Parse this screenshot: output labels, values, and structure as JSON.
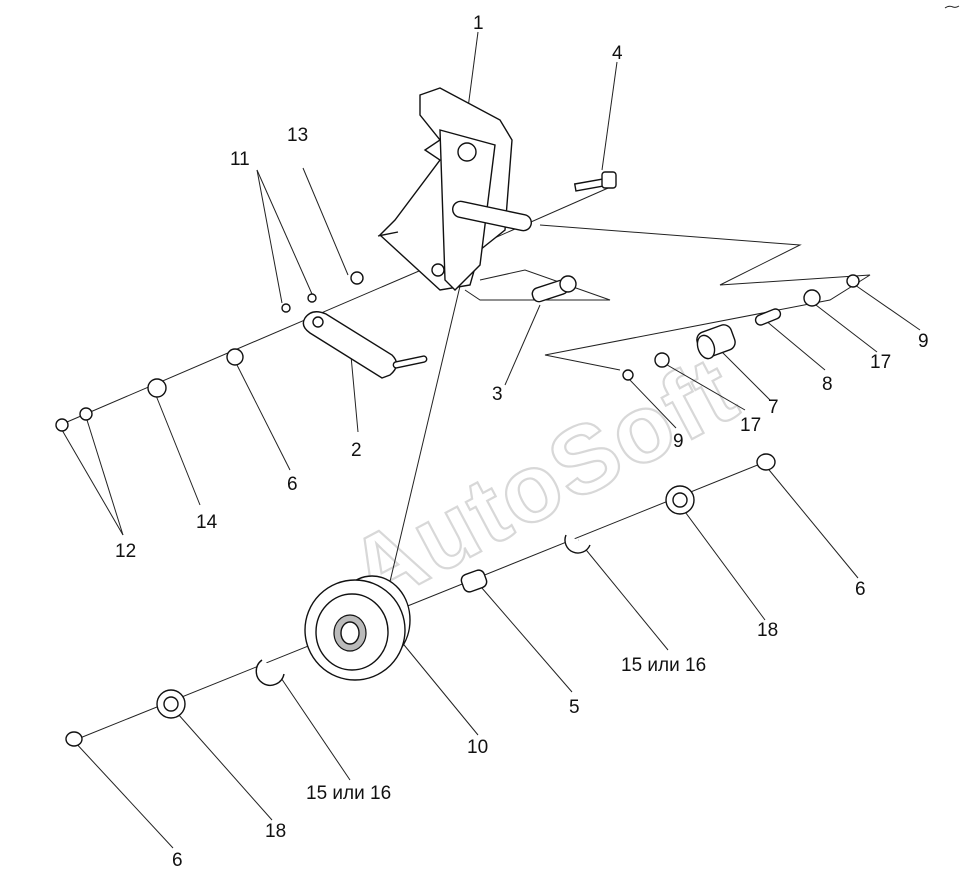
{
  "watermark": "AutoSoft",
  "labels": {
    "l1": "1",
    "l2": "2",
    "l3": "3",
    "l4": "4",
    "l5": "5",
    "l6a": "6",
    "l6b": "6",
    "l6c": "6",
    "l7": "7",
    "l8": "8",
    "l9a": "9",
    "l9b": "9",
    "l10": "10",
    "l11": "11",
    "l12": "12",
    "l13": "13",
    "l14": "14",
    "l15a": "15 или 16",
    "l15b": "15 или 16",
    "l17a": "17",
    "l17b": "17",
    "l18a": "18",
    "l18b": "18"
  }
}
